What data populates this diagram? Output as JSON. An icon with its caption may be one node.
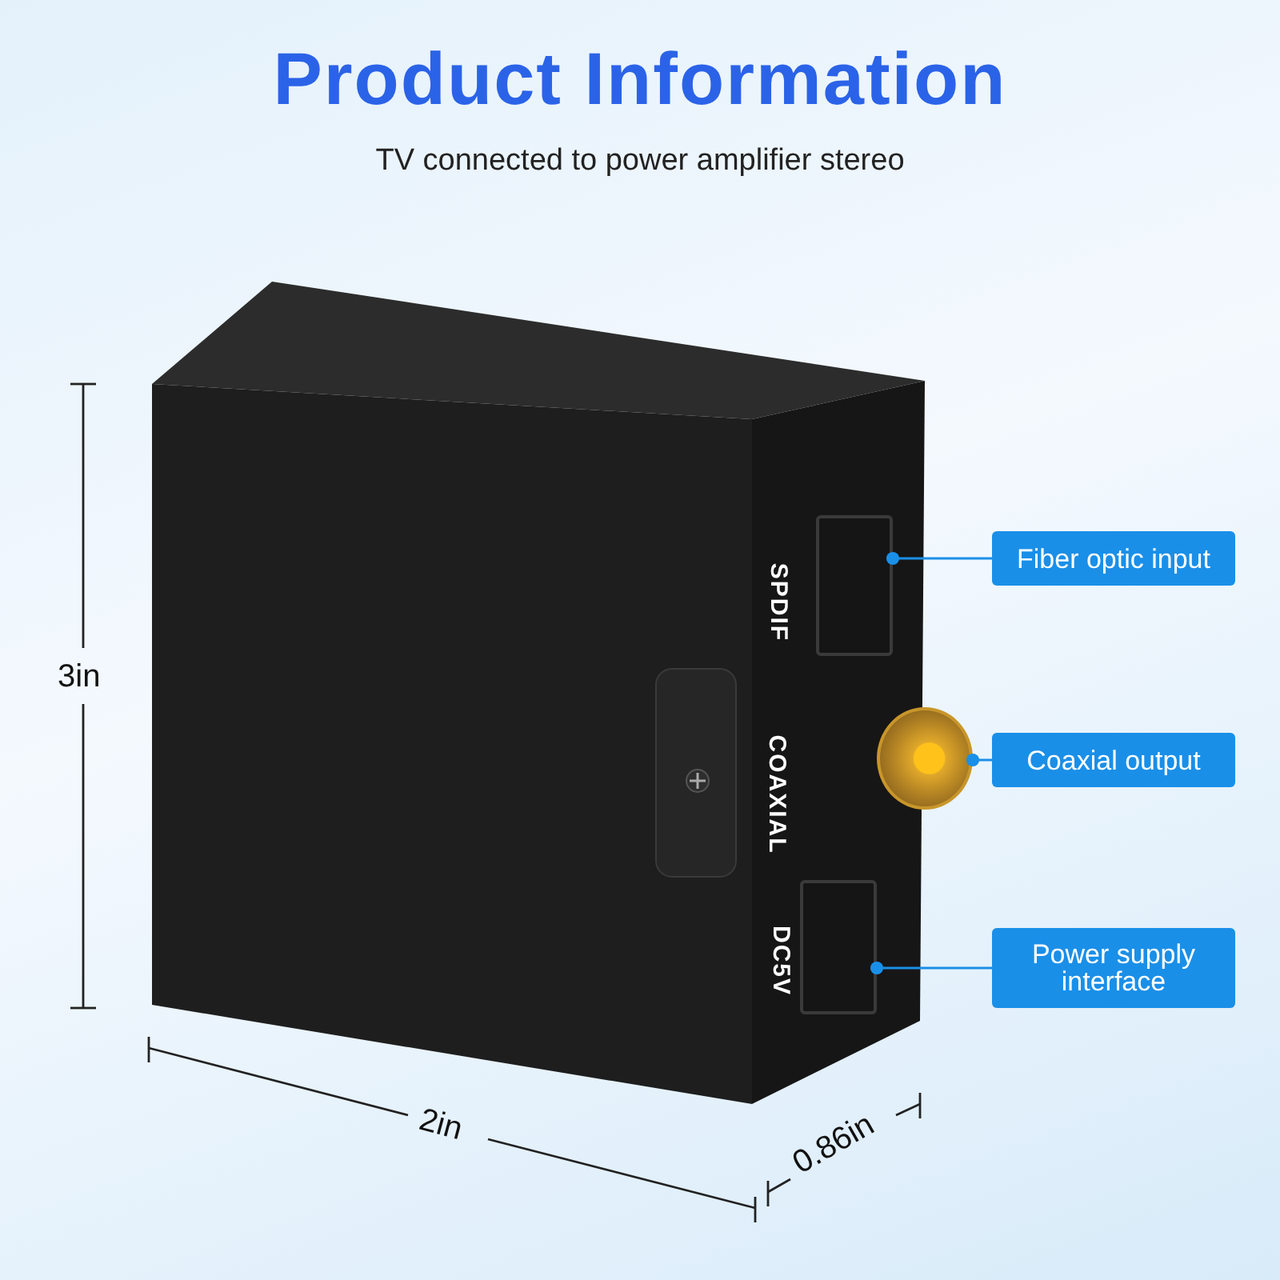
{
  "diagram": {
    "title": "Product Information",
    "nodes": [
      {
        "text": [
          "Fiber optic input"
        ]
      },
      {
        "text": [
          "Coaxial output"
        ]
      },
      {
        "text": [
          "Power supply interface"
        ]
      },
      {
        "text": [],
        "shape": "box"
      },
      {
        "text": [],
        "shape": "circle"
      },
      {
        "text": [],
        "shape": "box"
      }
    ],
    "edges": [
      {
        "from": 0,
        "to": 3,
        "arrow": "other"
      },
      {
        "from": 1,
        "to": 4,
        "arrow": "other"
      },
      {
        "from": 2,
        "to": 5,
        "arrow": "other"
      }
    ],
    "labels": [
      "TV connected to power amplifier stereo",
      "SPDIF",
      "COAXIAL",
      "DC5V",
      "3in",
      "2in",
      "0.86in"
    ]
  }
}
